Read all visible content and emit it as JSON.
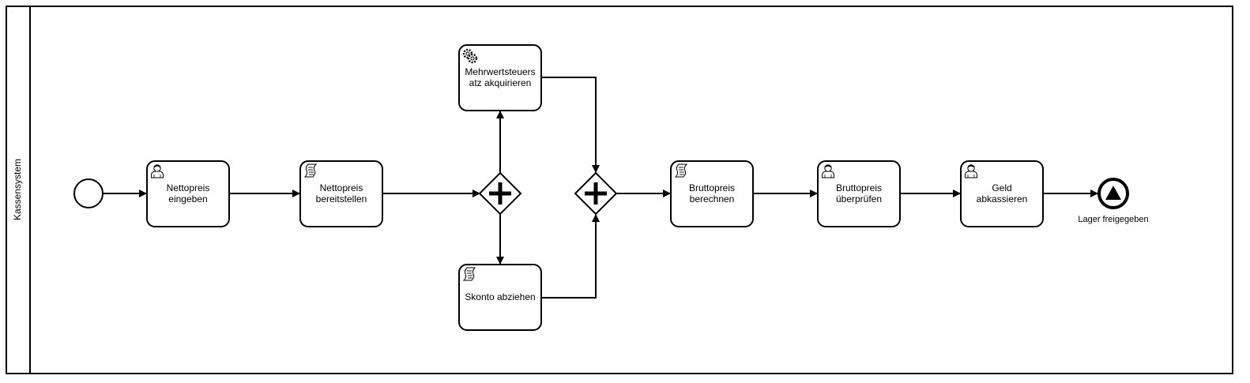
{
  "pool": {
    "lane_label": "Kassensystem"
  },
  "tasks": {
    "nettopreis_eingeben": {
      "line1": "Nettopreis",
      "line2": "eingeben",
      "type_icon": "user-icon"
    },
    "nettopreis_bereitstellen": {
      "line1": "Nettopreis",
      "line2": "bereitstellen",
      "type_icon": "script-icon"
    },
    "mwst_akquirieren": {
      "line1": "Mehrwertsteuers",
      "line2": "atz akquirieren",
      "type_icon": "gear-icon"
    },
    "skonto_abziehen": {
      "line1": "Skonto abziehen",
      "type_icon": "script-icon"
    },
    "bruttopreis_berechnen": {
      "line1": "Bruttopreis",
      "line2": "berechnen",
      "type_icon": "script-icon"
    },
    "bruttopreis_ueberpruefen": {
      "line1": "Bruttopreis",
      "line2": "überprüfen",
      "type_icon": "user-icon"
    },
    "geld_abkassieren": {
      "line1": "Geld",
      "line2": "abkassieren",
      "type_icon": "user-icon"
    }
  },
  "gateways": {
    "split": {
      "type": "parallel-gateway-icon"
    },
    "join": {
      "type": "parallel-gateway-icon"
    }
  },
  "events": {
    "start": {
      "type": "start-event-icon"
    },
    "end": {
      "label": "Lager freigegeben",
      "type": "escalation-end-event-icon"
    }
  },
  "colors": {
    "stroke": "#000000",
    "fill": "#ffffff"
  }
}
